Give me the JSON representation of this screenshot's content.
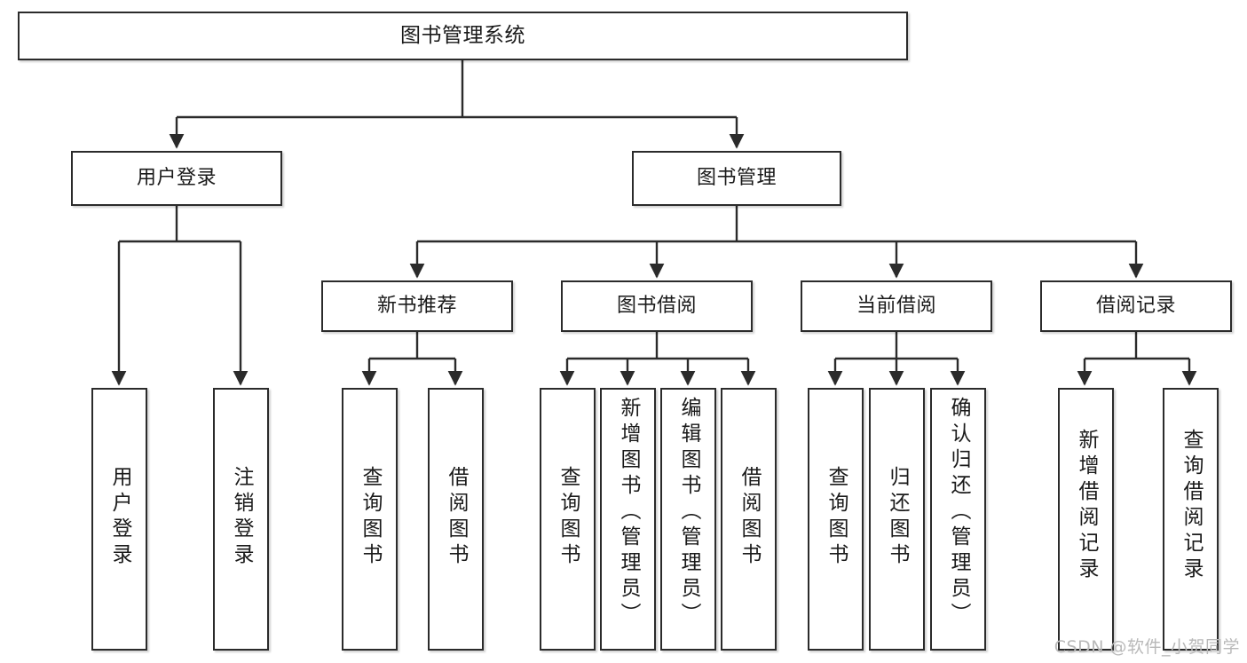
{
  "diagram": {
    "title": "图书管理系统",
    "type": "tree",
    "watermark": "CSDN @软件_小贺同学",
    "line_color": "#2b2b2b",
    "box_fill": "#ffffff",
    "box_border": "#2b2b2b",
    "text_color": "#1a1a1a",
    "nodes": {
      "root": {
        "label": "图书管理系统"
      },
      "level1": [
        {
          "id": "user-login",
          "label": "用户登录"
        },
        {
          "id": "book-manage",
          "label": "图书管理"
        }
      ],
      "level2": [
        {
          "id": "new-book-recommend",
          "label": "新书推荐"
        },
        {
          "id": "book-borrow",
          "label": "图书借阅"
        },
        {
          "id": "current-borrow",
          "label": "当前借阅"
        },
        {
          "id": "borrow-record",
          "label": "借阅记录"
        }
      ],
      "leaves": {
        "user-login": [
          {
            "id": "leaf-user-login",
            "label": "用户登录"
          },
          {
            "id": "leaf-logout",
            "label": "注销登录"
          }
        ],
        "new-book-recommend": [
          {
            "id": "leaf-query-book-1",
            "label": "查询图书"
          },
          {
            "id": "leaf-borrow-book-1",
            "label": "借阅图书"
          }
        ],
        "book-borrow": [
          {
            "id": "leaf-query-book-2",
            "label": "查询图书"
          },
          {
            "id": "leaf-add-book",
            "label": "新增图书（管理员）"
          },
          {
            "id": "leaf-edit-book",
            "label": "编辑图书（管理员）"
          },
          {
            "id": "leaf-borrow-book-2",
            "label": "借阅图书"
          }
        ],
        "current-borrow": [
          {
            "id": "leaf-query-book-3",
            "label": "查询图书"
          },
          {
            "id": "leaf-return-book",
            "label": "归还图书"
          },
          {
            "id": "leaf-confirm-return",
            "label": "确认归还（管理员）"
          }
        ],
        "borrow-record": [
          {
            "id": "leaf-add-record",
            "label": "新增借阅记录"
          },
          {
            "id": "leaf-query-record",
            "label": "查询借阅记录"
          }
        ]
      }
    }
  }
}
